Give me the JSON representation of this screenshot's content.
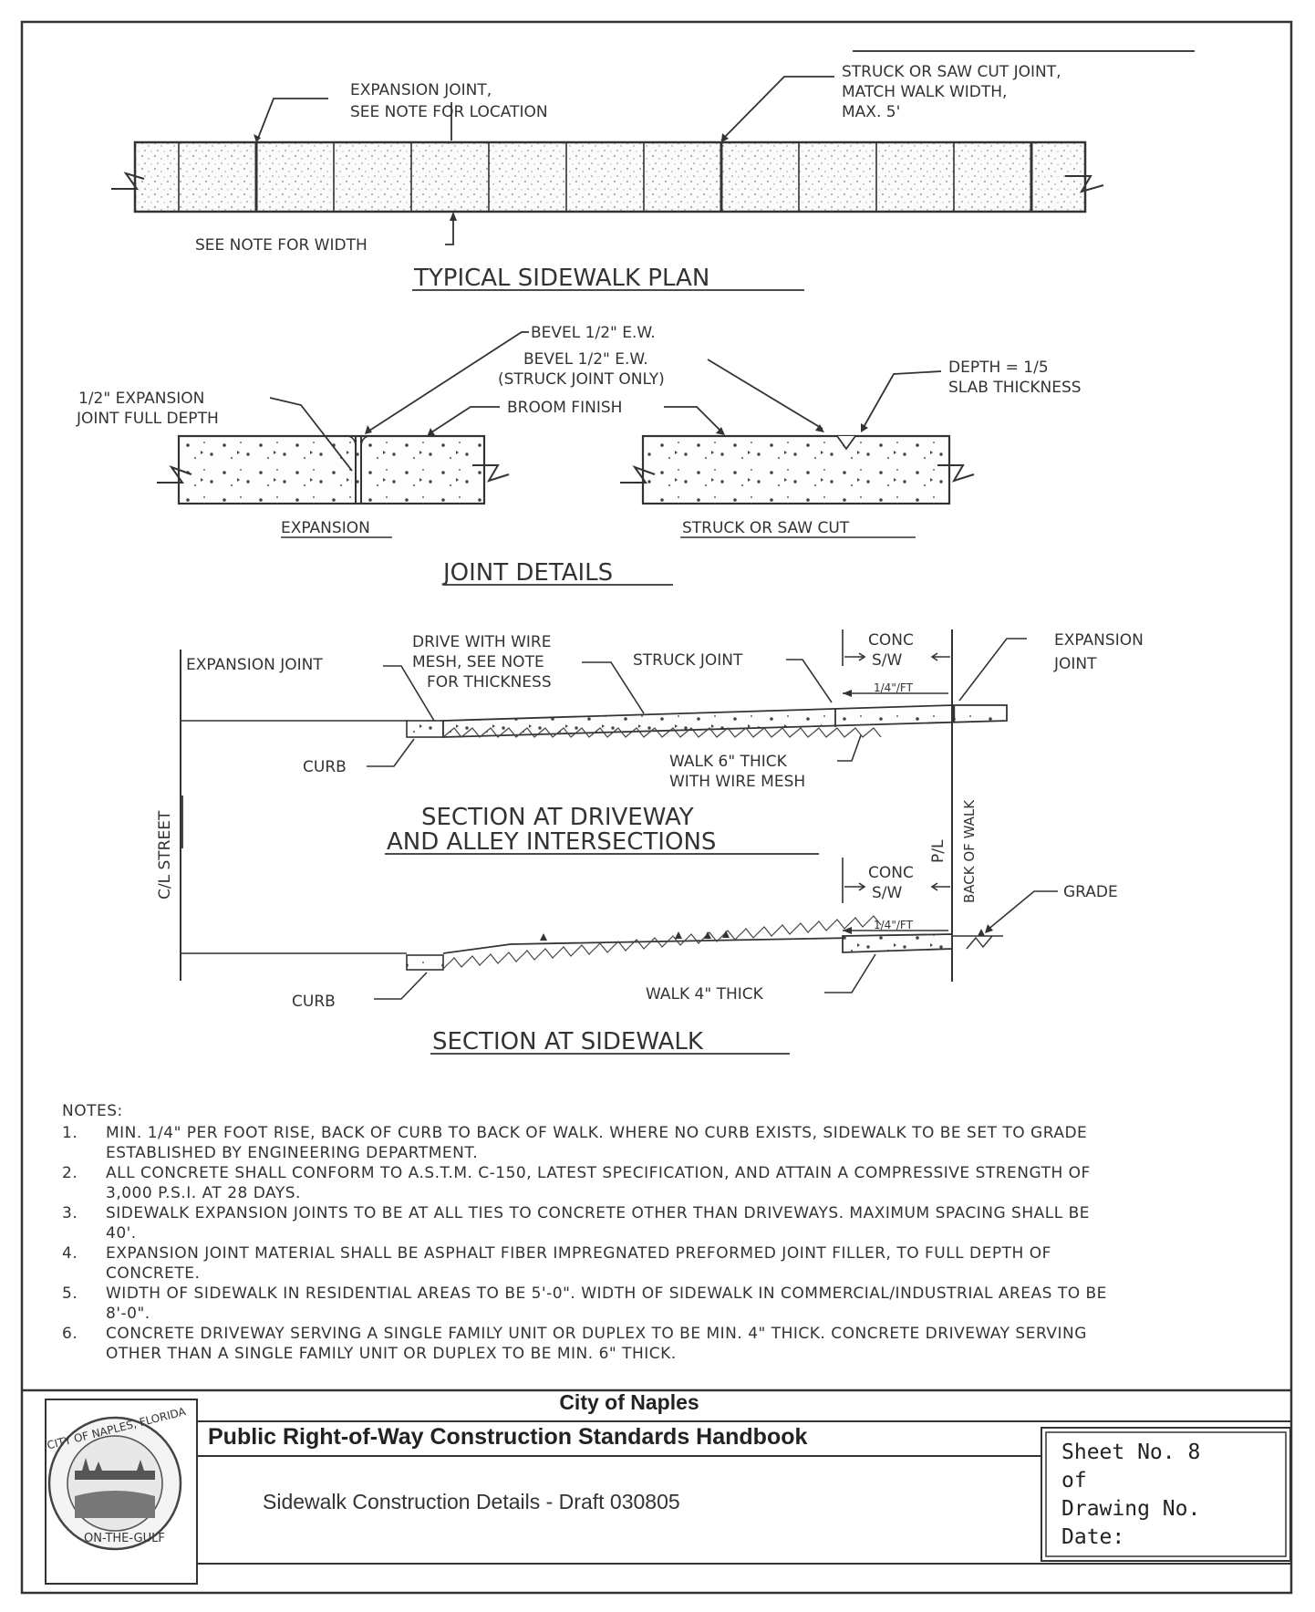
{
  "plan": {
    "label_expansion_joint_1": "EXPANSION JOINT,",
    "label_expansion_joint_2": "SEE NOTE FOR LOCATION",
    "label_struck_1": "STRUCK OR SAW CUT JOINT,",
    "label_struck_2": "MATCH WALK WIDTH,",
    "label_struck_3": "MAX. 5'",
    "label_width": "SEE NOTE FOR WIDTH",
    "title": "TYPICAL SIDEWALK PLAN"
  },
  "joints": {
    "bevel_1": "BEVEL 1/2\" E.W.",
    "bevel_2a": "BEVEL 1/2\" E.W.",
    "bevel_2b": "(STRUCK JOINT ONLY)",
    "depth_1": "DEPTH = 1/5",
    "depth_2": "SLAB THICKNESS",
    "expansion_full_1": "1/2\" EXPANSION",
    "expansion_full_2": "JOINT FULL DEPTH",
    "broom": "BROOM FINISH",
    "label_expansion": "EXPANSION",
    "label_struck": "STRUCK OR SAW CUT",
    "title": "JOINT DETAILS"
  },
  "driveway": {
    "expansion_joint": "EXPANSION JOINT",
    "drive_1": "DRIVE WITH WIRE",
    "drive_2": "MESH, SEE NOTE",
    "drive_3": "FOR THICKNESS",
    "struck_joint": "STRUCK JOINT",
    "conc_1": "CONC",
    "conc_2": "S/W",
    "exp_right_1": "EXPANSION",
    "exp_right_2": "JOINT",
    "slope": "1/4\"/FT",
    "curb": "CURB",
    "walk_1": "WALK 6\" THICK",
    "walk_2": "WITH WIRE MESH",
    "title_1": "SECTION AT DRIVEWAY",
    "title_2": "AND ALLEY INTERSECTIONS"
  },
  "section": {
    "cl_street": "C/L STREET",
    "pl": "P/L",
    "back_of_walk": "BACK OF WALK",
    "conc_1": "CONC",
    "conc_2": "S/W",
    "grade": "GRADE",
    "slope": "1/4\"/FT",
    "curb": "CURB",
    "walk": "WALK 4\" THICK",
    "title": "SECTION AT SIDEWALK"
  },
  "notes": {
    "header": "NOTES:",
    "items": [
      {
        "num": "1.",
        "text": "MIN. 1/4\" PER FOOT RISE, BACK OF CURB TO BACK OF WALK.  WHERE NO CURB EXISTS, SIDEWALK TO BE SET TO GRADE ESTABLISHED BY ENGINEERING DEPARTMENT."
      },
      {
        "num": "2.",
        "text": "ALL CONCRETE SHALL CONFORM TO A.S.T.M. C-150, LATEST SPECIFICATION, AND ATTAIN A COMPRESSIVE STRENGTH OF 3,000 P.S.I. AT 28 DAYS."
      },
      {
        "num": "3.",
        "text": "SIDEWALK EXPANSION JOINTS TO BE AT ALL TIES TO CONCRETE OTHER THAN DRIVEWAYS. MAXIMUM SPACING SHALL BE 40'."
      },
      {
        "num": "4.",
        "text": "EXPANSION JOINT MATERIAL SHALL BE ASPHALT FIBER IMPREGNATED PREFORMED JOINT FILLER, TO FULL DEPTH OF CONCRETE."
      },
      {
        "num": "5.",
        "text": "WIDTH OF SIDEWALK IN RESIDENTIAL AREAS TO BE 5'-0\".   WIDTH OF SIDEWALK IN COMMERCIAL/INDUSTRIAL AREAS TO BE 8'-0\"."
      },
      {
        "num": "6.",
        "text": "CONCRETE DRIVEWAY SERVING A SINGLE FAMILY UNIT OR DUPLEX TO BE MIN. 4\" THICK. CONCRETE DRIVEWAY SERVING OTHER THAN A SINGLE FAMILY UNIT OR DUPLEX TO BE MIN. 6\" THICK."
      }
    ]
  },
  "title_block": {
    "city": "City of Naples",
    "handbook": "Public Right-of-Way Construction Standards Handbook",
    "subtitle": "Sidewalk Construction Details - Draft 030805",
    "sheet_no": "Sheet No. 8",
    "of": "of",
    "drawing_no": "Drawing No.",
    "date": "Date:",
    "seal_top": "CITY OF NAPLES, FLORIDA",
    "seal_bottom": "ON-THE-GULF"
  }
}
